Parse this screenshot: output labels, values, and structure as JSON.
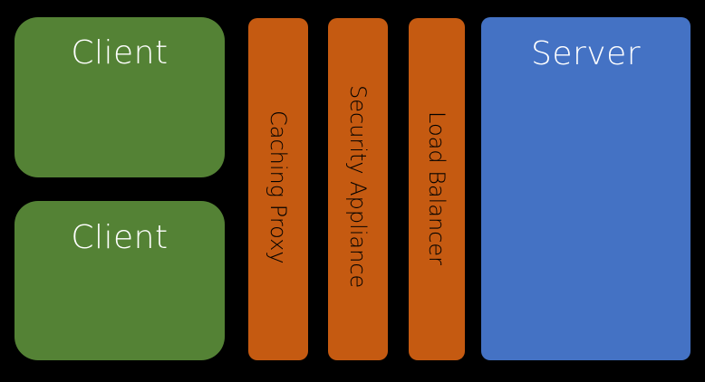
{
  "diagram": {
    "clients": [
      {
        "label": "Client"
      },
      {
        "label": "Client"
      }
    ],
    "intermediaries": [
      {
        "label": "Caching Proxy"
      },
      {
        "label": "Security Appliance"
      },
      {
        "label": "Load Balancer"
      }
    ],
    "server": {
      "label": "Server"
    },
    "colors": {
      "background": "#000000",
      "client": "#548235",
      "intermediary": "#c55a11",
      "server": "#4472c4",
      "client_text": "#ffffff",
      "intermediary_text": "#000000",
      "server_text": "#ffffff"
    }
  }
}
